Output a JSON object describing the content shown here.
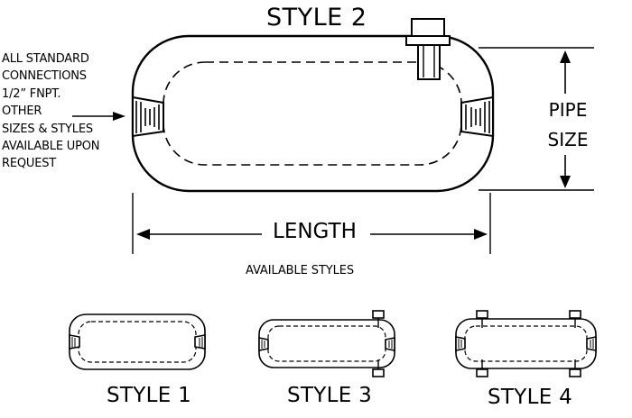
{
  "diagram": {
    "title": "STYLE 2",
    "note_lines": [
      "ALL STANDARD",
      "CONNECTIONS",
      "1/2” FNPT.",
      "OTHER",
      "SIZES & STYLES",
      "AVAILABLE UPON",
      "REQUEST"
    ],
    "pipe_size_lines": [
      "PIPE",
      "SIZE"
    ],
    "length_label": "LENGTH",
    "available_styles_label": "AVAILABLE STYLES",
    "style_labels": [
      "STYLE 1",
      "STYLE 3",
      "STYLE 4"
    ],
    "line_color": "#000000",
    "background_color": "#ffffff"
  }
}
